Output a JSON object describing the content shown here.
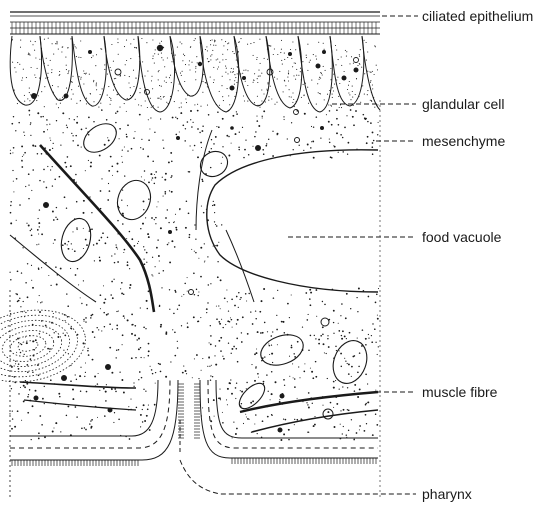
{
  "labels": {
    "ciliated_epithelium": "ciliated epithelium",
    "glandular_cell": "glandular cell",
    "mesenchyme": "mesenchyme",
    "food_vacuole": "food vacuole",
    "muscle_fibre": "muscle fibre",
    "pharynx": "pharynx"
  },
  "colors": {
    "ink": "#1a1a1a",
    "paper": "#ffffff"
  }
}
